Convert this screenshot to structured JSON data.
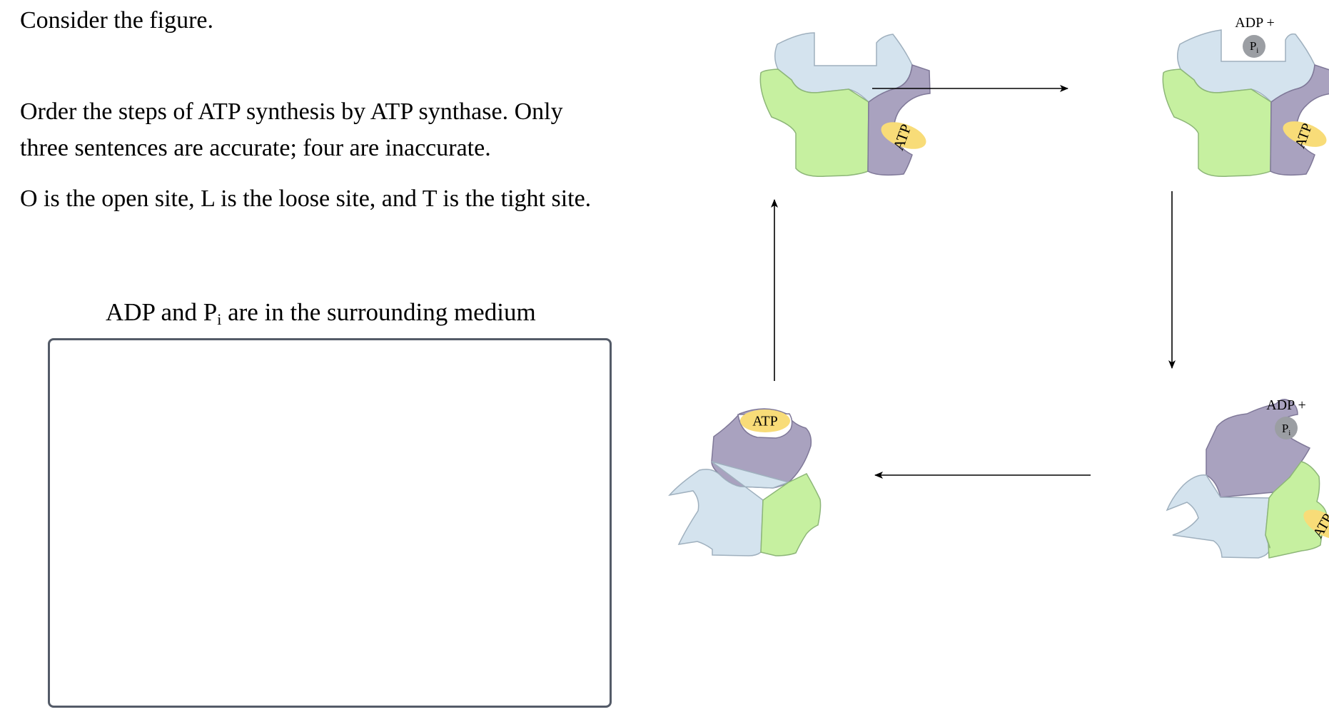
{
  "prompt": {
    "intro": "Consider the figure.",
    "question_line1": "Order the steps of ATP synthesis by ATP synthase. Only",
    "question_line2": "three sentences are accurate; four are inaccurate.",
    "definition": "O is the open site, L is the loose site, and T is the tight site."
  },
  "drop_zone": {
    "label_before": "ADP and P",
    "label_sub": "i",
    "label_after": " are in the surrounding medium"
  },
  "figure": {
    "atp": "ATP",
    "adp_plus": "ADP +",
    "pi": "P",
    "pi_sub": "i",
    "colors": {
      "light_blue": "#d4e3ee",
      "green": "#c6f0a0",
      "purple": "#a9a2bf",
      "atp_yellow": "#f8dc78",
      "pi_gray": "#9b9ea3"
    }
  }
}
